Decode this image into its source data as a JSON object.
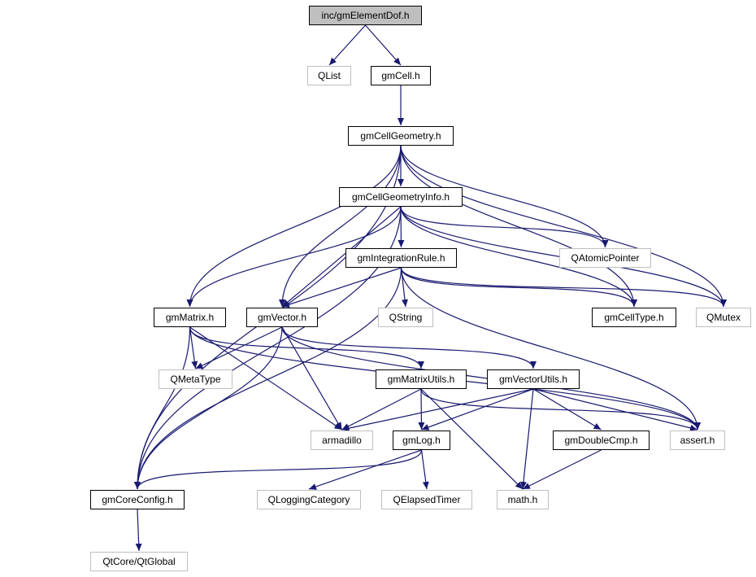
{
  "graph": {
    "title": "inc/gmElementDof.h",
    "colors": {
      "edge": "#191970",
      "root_fill": "#bfbfbf",
      "doc_border": "#000000",
      "ext_border": "#bfbfbf"
    },
    "nodes": [
      {
        "id": "root",
        "label": "inc/gmElementDof.h",
        "kind": "root"
      },
      {
        "id": "qlist",
        "label": "QList",
        "kind": "external"
      },
      {
        "id": "gmcell",
        "label": "gmCell.h",
        "kind": "documented"
      },
      {
        "id": "cellgeom",
        "label": "gmCellGeometry.h",
        "kind": "documented"
      },
      {
        "id": "cellgeominfo",
        "label": "gmCellGeometryInfo.h",
        "kind": "documented"
      },
      {
        "id": "integrule",
        "label": "gmIntegrationRule.h",
        "kind": "documented"
      },
      {
        "id": "qatomic",
        "label": "QAtomicPointer",
        "kind": "external"
      },
      {
        "id": "qstring",
        "label": "QString",
        "kind": "external"
      },
      {
        "id": "matrix",
        "label": "gmMatrix.h",
        "kind": "documented"
      },
      {
        "id": "vector",
        "label": "gmVector.h",
        "kind": "documented"
      },
      {
        "id": "celltype",
        "label": "gmCellType.h",
        "kind": "documented"
      },
      {
        "id": "qmutex",
        "label": "QMutex",
        "kind": "external"
      },
      {
        "id": "qmetatype",
        "label": "QMetaType",
        "kind": "external"
      },
      {
        "id": "matrixutils",
        "label": "gmMatrixUtils.h",
        "kind": "documented"
      },
      {
        "id": "vectorutils",
        "label": "gmVectorUtils.h",
        "kind": "documented"
      },
      {
        "id": "armadillo",
        "label": "armadillo",
        "kind": "external"
      },
      {
        "id": "gmlog",
        "label": "gmLog.h",
        "kind": "documented"
      },
      {
        "id": "doublecmp",
        "label": "gmDoubleCmp.h",
        "kind": "documented"
      },
      {
        "id": "assert",
        "label": "assert.h",
        "kind": "external"
      },
      {
        "id": "coreconfig",
        "label": "gmCoreConfig.h",
        "kind": "documented"
      },
      {
        "id": "qlogging",
        "label": "QLoggingCategory",
        "kind": "external"
      },
      {
        "id": "qelapsed",
        "label": "QElapsedTimer",
        "kind": "external"
      },
      {
        "id": "math",
        "label": "math.h",
        "kind": "external"
      },
      {
        "id": "qtglobal",
        "label": "QtCore/QtGlobal",
        "kind": "external"
      }
    ],
    "edges": [
      [
        "root",
        "qlist"
      ],
      [
        "root",
        "gmcell"
      ],
      [
        "gmcell",
        "cellgeom"
      ],
      [
        "cellgeom",
        "cellgeominfo"
      ],
      [
        "cellgeom",
        "qatomic"
      ],
      [
        "cellgeom",
        "qmutex"
      ],
      [
        "cellgeom",
        "celltype"
      ],
      [
        "cellgeom",
        "matrix"
      ],
      [
        "cellgeom",
        "vector"
      ],
      [
        "cellgeom",
        "coreconfig"
      ],
      [
        "cellgeominfo",
        "integrule"
      ],
      [
        "cellgeominfo",
        "qatomic"
      ],
      [
        "cellgeominfo",
        "qmutex"
      ],
      [
        "cellgeominfo",
        "celltype"
      ],
      [
        "cellgeominfo",
        "matrix"
      ],
      [
        "cellgeominfo",
        "vector"
      ],
      [
        "cellgeominfo",
        "coreconfig"
      ],
      [
        "integrule",
        "qstring"
      ],
      [
        "integrule",
        "vector"
      ],
      [
        "integrule",
        "celltype"
      ],
      [
        "integrule",
        "qmutex"
      ],
      [
        "integrule",
        "assert"
      ],
      [
        "integrule",
        "coreconfig"
      ],
      [
        "matrix",
        "qmetatype"
      ],
      [
        "matrix",
        "matrixutils"
      ],
      [
        "matrix",
        "armadillo"
      ],
      [
        "matrix",
        "assert"
      ],
      [
        "matrix",
        "coreconfig"
      ],
      [
        "vector",
        "qmetatype"
      ],
      [
        "vector",
        "vectorutils"
      ],
      [
        "vector",
        "armadillo"
      ],
      [
        "vector",
        "assert"
      ],
      [
        "vector",
        "coreconfig"
      ],
      [
        "matrixutils",
        "armadillo"
      ],
      [
        "matrixutils",
        "gmlog"
      ],
      [
        "matrixutils",
        "math"
      ],
      [
        "matrixutils",
        "assert"
      ],
      [
        "vectorutils",
        "armadillo"
      ],
      [
        "vectorutils",
        "gmlog"
      ],
      [
        "vectorutils",
        "doublecmp"
      ],
      [
        "vectorutils",
        "math"
      ],
      [
        "vectorutils",
        "assert"
      ],
      [
        "gmlog",
        "coreconfig"
      ],
      [
        "gmlog",
        "qlogging"
      ],
      [
        "gmlog",
        "qelapsed"
      ],
      [
        "doublecmp",
        "math"
      ],
      [
        "coreconfig",
        "qtglobal"
      ]
    ]
  }
}
